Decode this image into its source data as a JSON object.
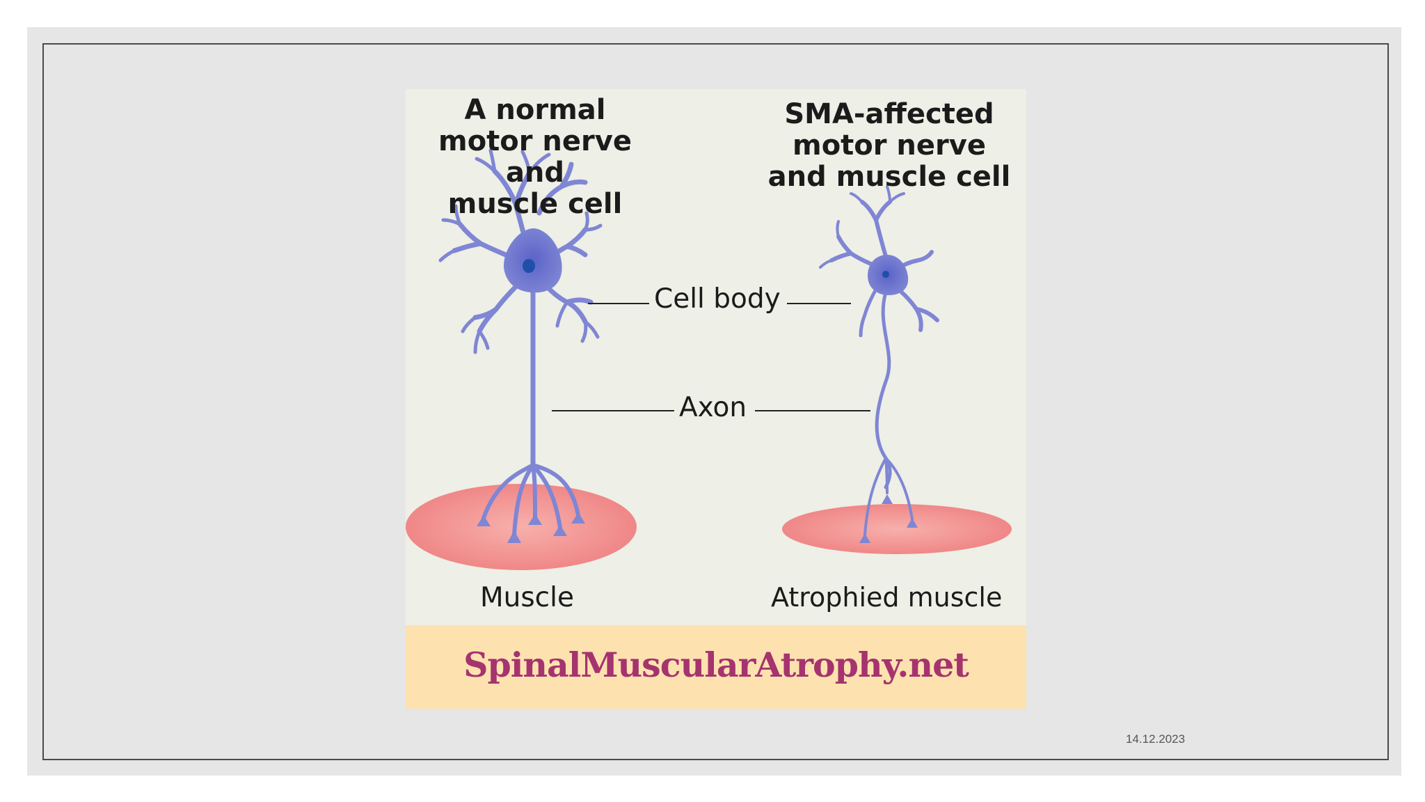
{
  "slide": {
    "date": "14.12.2023"
  },
  "figure": {
    "left_heading": "A normal\nmotor nerve and\nmuscle cell",
    "right_heading": "SMA-affected\nmotor nerve\nand muscle cell",
    "labels": {
      "cell_body": "Cell body",
      "axon": "Axon",
      "muscle": "Muscle",
      "atrophied_muscle": "Atrophied muscle"
    },
    "banner": "SpinalMuscularAtrophy.net",
    "colors": {
      "neuron": "#7f86d4",
      "nucleus": "#1f4fa8",
      "muscle": "#f08a8a",
      "background": "#eeefe6",
      "banner": "#fde2b0",
      "banner_text": "#a5336e"
    }
  }
}
